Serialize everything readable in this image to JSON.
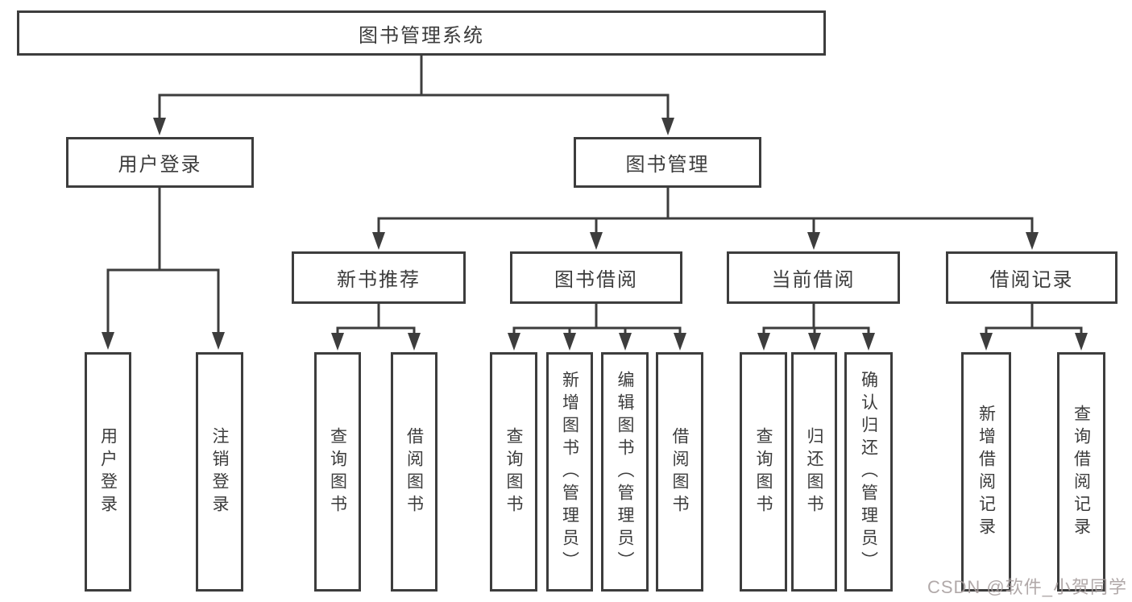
{
  "colors": {
    "line": "#3d3d3d",
    "text": "#3c3c3c",
    "background": "#ffffff",
    "watermark": "#a69d9d"
  },
  "watermark": "CSDN @软件_小贺同学",
  "tree": {
    "root": {
      "label": "图书管理系统"
    },
    "branches": [
      {
        "label": "用户登录",
        "children": [
          {
            "label": "用户登录"
          },
          {
            "label": "注销登录"
          }
        ]
      },
      {
        "label": "图书管理",
        "children": [
          {
            "label": "新书推荐",
            "children": [
              {
                "label": "查询图书"
              },
              {
                "label": "借阅图书"
              }
            ]
          },
          {
            "label": "图书借阅",
            "children": [
              {
                "label": "查询图书"
              },
              {
                "label": "新增图书（管理员）"
              },
              {
                "label": "编辑图书（管理员）"
              },
              {
                "label": "借阅图书"
              }
            ]
          },
          {
            "label": "当前借阅",
            "children": [
              {
                "label": "查询图书"
              },
              {
                "label": "归还图书"
              },
              {
                "label": "确认归还（管理员）"
              }
            ]
          },
          {
            "label": "借阅记录",
            "children": [
              {
                "label": "新增借阅记录"
              },
              {
                "label": "查询借阅记录"
              }
            ]
          }
        ]
      }
    ]
  }
}
